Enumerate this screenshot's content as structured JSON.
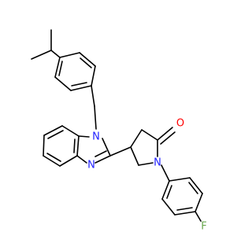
{
  "molecule": {
    "atoms": {
      "N1": "N",
      "N3": "N",
      "N_lactam": "N",
      "O": "O",
      "F": "F"
    },
    "colors": {
      "N": "#2222ff",
      "O": "#ff0000",
      "F": "#6aa84f",
      "bond": "#000000"
    }
  }
}
